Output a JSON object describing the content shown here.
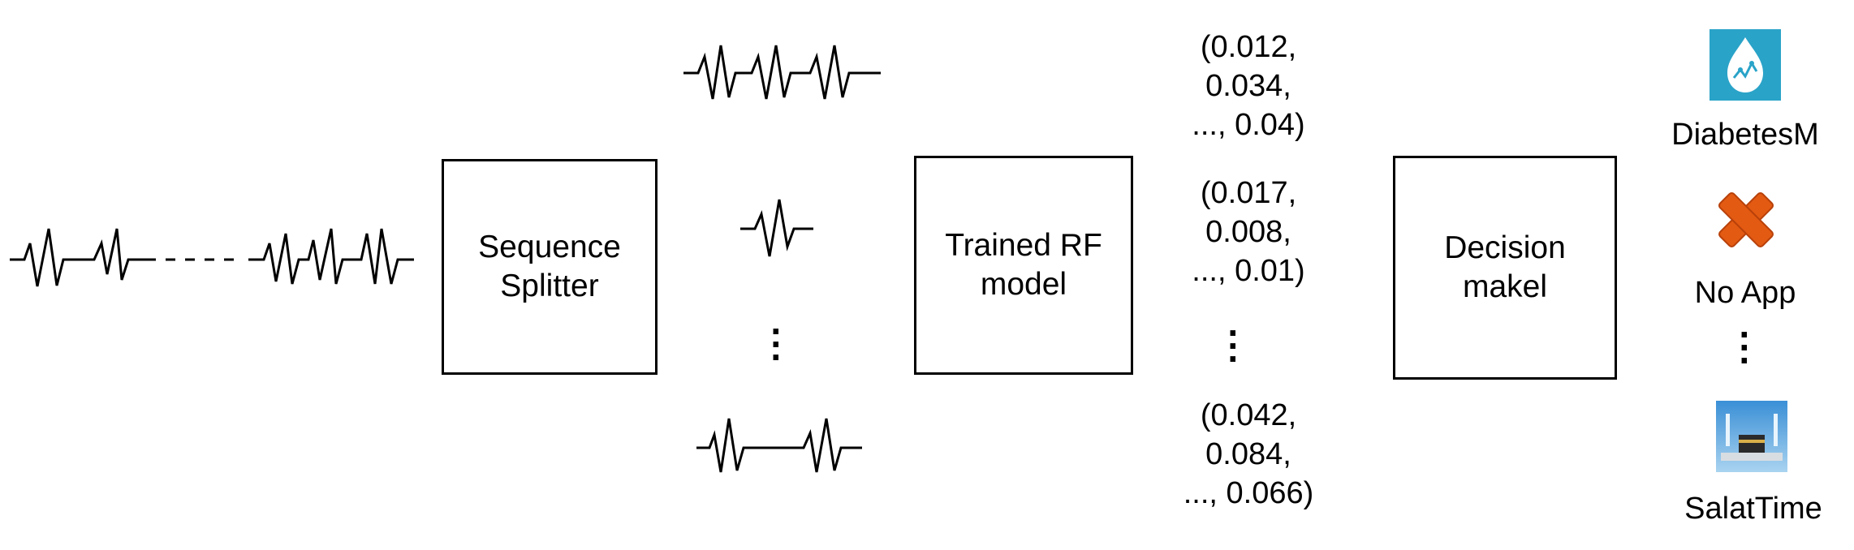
{
  "boxes": {
    "splitter": [
      "Sequence",
      "Splitter"
    ],
    "rf_model": [
      "Trained RF",
      "model"
    ],
    "decision": [
      "Decision",
      "makel"
    ]
  },
  "probabilities": [
    [
      "(0.012,",
      "0.034,",
      "..., 0.04)"
    ],
    [
      "(0.017,",
      "0.008,",
      "..., 0.01)"
    ],
    [
      "(0.042,",
      "0.084,",
      "..., 0.066)"
    ]
  ],
  "apps": [
    {
      "label": "DiabetesM",
      "icon": "diabetes-m-icon",
      "color": "#2aa3c8"
    },
    {
      "label": "No App",
      "icon": "close-icon",
      "color": "#e8641c"
    },
    {
      "label": "SalatTime",
      "icon": "salat-time-icon",
      "color": "#2f8fd0"
    }
  ],
  "colors": {
    "stroke": "#000000",
    "cross": "#e35a12",
    "cross_dark": "#b8410a",
    "diabetes_bg": "#2aa3c8",
    "salat_bg": "#3a8fd6"
  }
}
